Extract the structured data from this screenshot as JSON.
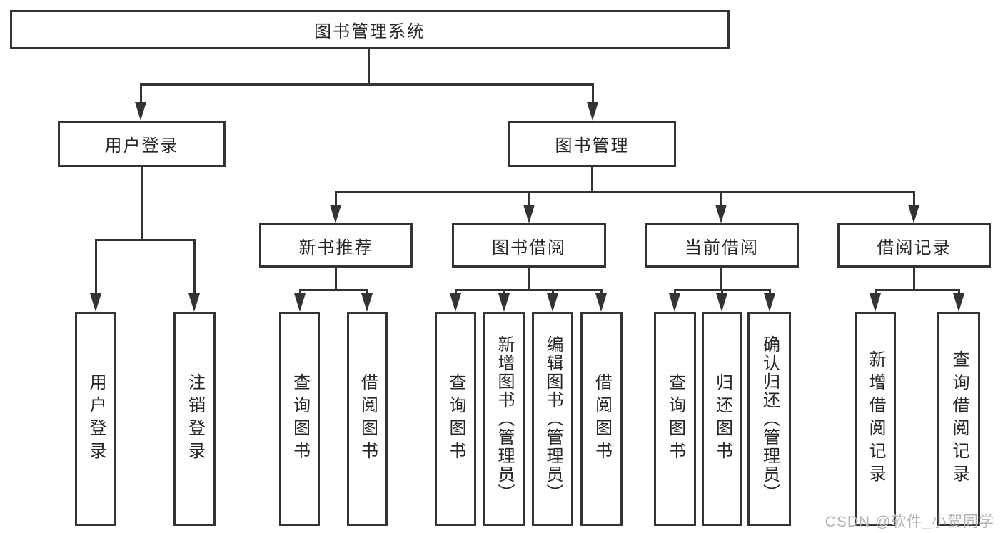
{
  "tree": {
    "root": "图书管理系统",
    "l2": [
      {
        "label": "用户登录",
        "leaves": [
          "用户登录",
          "注销登录"
        ]
      },
      {
        "label": "图书管理",
        "children": [
          {
            "label": "新书推荐",
            "leaves": [
              "查询图书",
              "借阅图书"
            ]
          },
          {
            "label": "图书借阅",
            "leaves": [
              "查询图书",
              "新增图书（管理员）",
              "编辑图书（管理员）",
              "借阅图书"
            ]
          },
          {
            "label": "当前借阅",
            "leaves": [
              "查询图书",
              "归还图书",
              "确认归还（管理员）"
            ]
          },
          {
            "label": "借阅记录",
            "leaves": [
              "新增借阅记录",
              "查询借阅记录"
            ]
          }
        ]
      }
    ]
  },
  "watermark": {
    "text": "CSDN @软件_小贺同学"
  },
  "colors": {
    "line": "#333333",
    "text": "#262626",
    "watermark": "#b3b3b3",
    "background": "#ffffff"
  }
}
